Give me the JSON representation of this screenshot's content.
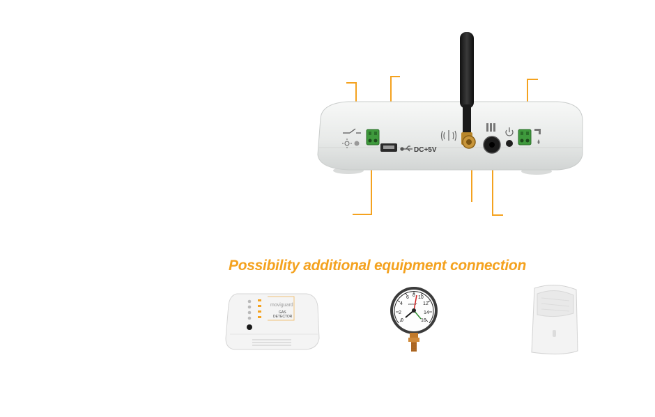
{
  "colors": {
    "accent": "#f4a21f",
    "device_body": "#eceeed",
    "terminal_green": "#3f9a3d"
  },
  "device": {
    "usb_label": "DC+5V",
    "icons": [
      "switch-icon",
      "light-icon",
      "usb-icon",
      "antenna-signal-icon",
      "battery-icon",
      "power-icon",
      "water-tap-icon"
    ]
  },
  "section": {
    "heading": "Possibility additional equipment connection"
  },
  "equipment": {
    "gas_detector": {
      "brand": "moviguard",
      "label_line1": "GAS",
      "label_line2": "DETECTOR"
    },
    "pressure_gauge": {
      "unit": "кгс/см²",
      "scale": [
        "0",
        "2",
        "4",
        "6",
        "8",
        "10",
        "12",
        "14",
        "16"
      ]
    },
    "motion_sensor": {}
  }
}
